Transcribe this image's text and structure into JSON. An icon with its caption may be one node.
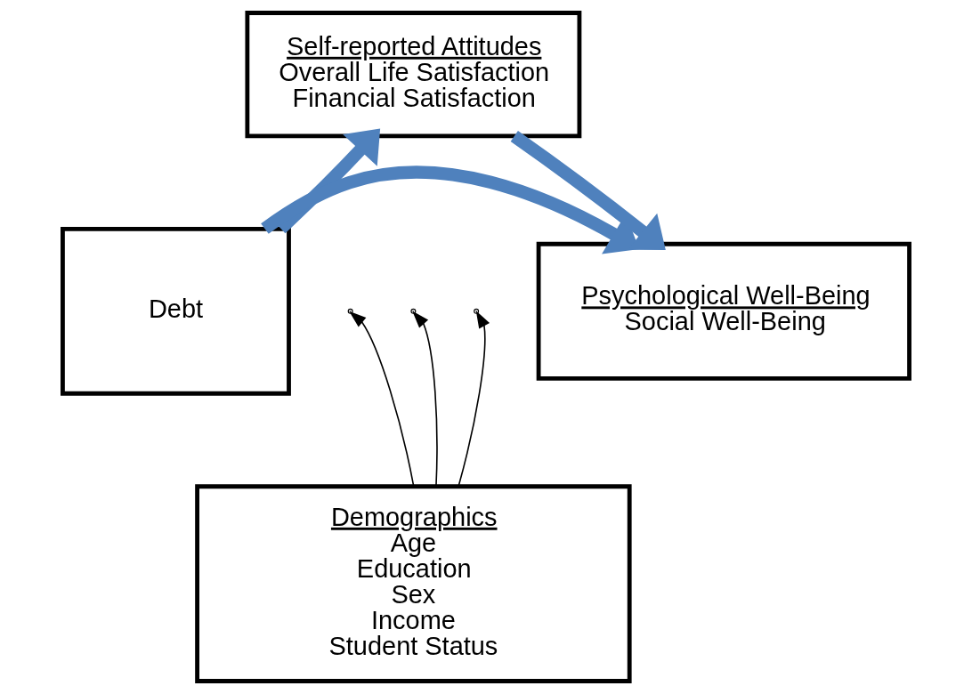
{
  "diagram": {
    "nodes": [
      {
        "text": [
          "Debt"
        ]
      },
      {
        "text": [
          "Self-reported Attitudes",
          "Overall Life Satisfaction",
          "Financial Satisfaction"
        ]
      },
      {
        "text": [
          "Psychological Well-Being",
          "Social Well-Being"
        ]
      },
      {
        "text": [
          "Demographics",
          "Age",
          "Education",
          "Sex",
          "Income",
          "Student Status"
        ]
      }
    ],
    "edges": [
      {
        "from": 0,
        "to": 1,
        "arrow": "to",
        "style": "thick",
        "color": "#4f81bd"
      },
      {
        "from": 1,
        "to": 2,
        "arrow": "to",
        "style": "thick",
        "color": "#4f81bd"
      },
      {
        "from": 0,
        "to": 2,
        "arrow": "to",
        "style": "thick",
        "color": "#4f81bd"
      },
      {
        "from": 3,
        "to": null,
        "arrow": "to",
        "color": "#000000"
      },
      {
        "from": 3,
        "to": null,
        "arrow": "to",
        "color": "#000000"
      },
      {
        "from": 3,
        "to": null,
        "arrow": "to",
        "color": "#000000"
      }
    ]
  }
}
